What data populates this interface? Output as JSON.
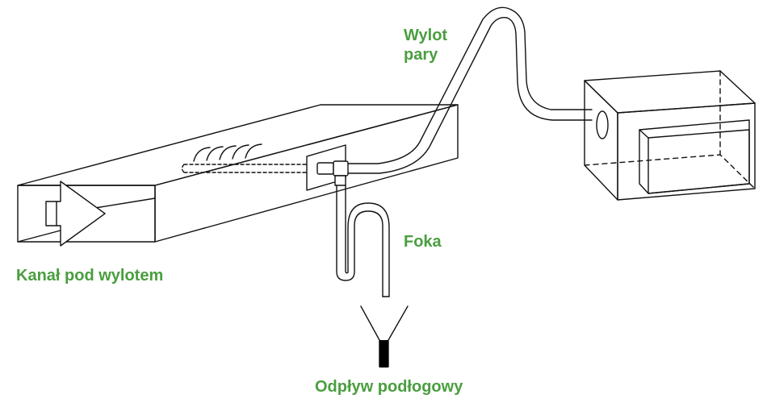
{
  "labels": {
    "steam_outlet_line1": "Wylot",
    "steam_outlet_line2": "pary",
    "trap": "Foka",
    "duct": "Kanał pod wylotem",
    "floor_drain": "Odpływ podłogowy"
  },
  "colors": {
    "label": "#4a9e3f",
    "line": "#111111",
    "background": "#ffffff",
    "drain_pipe": "#000000"
  }
}
